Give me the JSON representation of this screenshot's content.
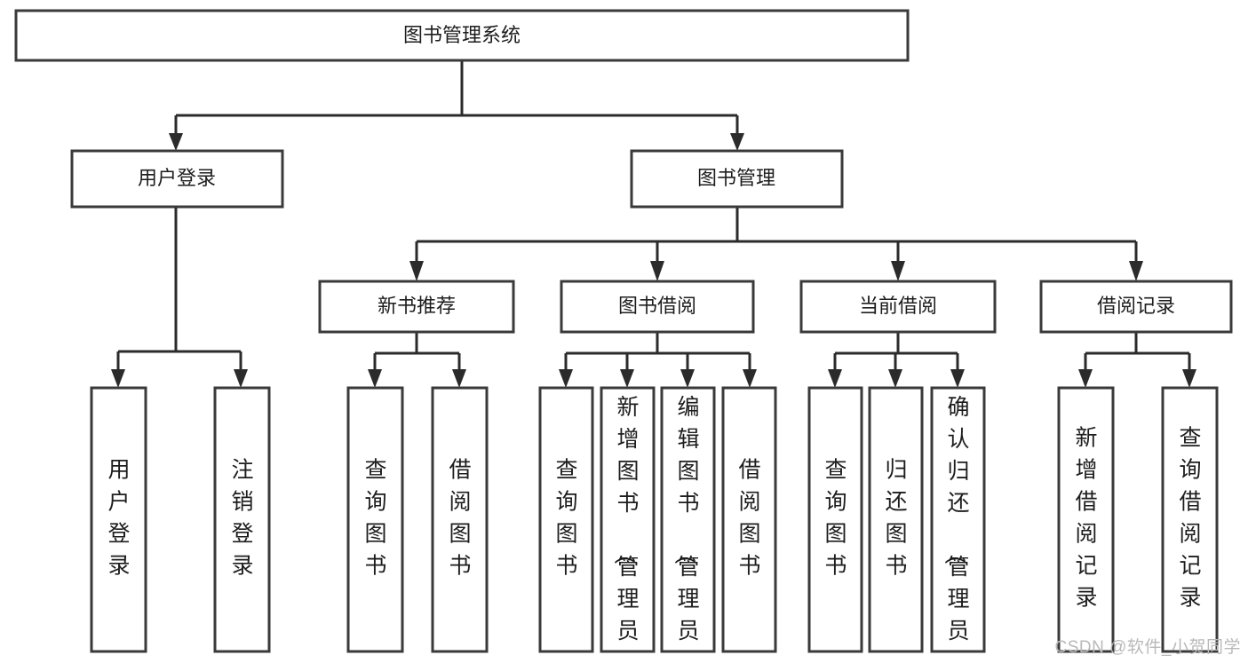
{
  "diagram": {
    "title": "图书管理系统",
    "orientation": "top-down",
    "levels": 4,
    "root": {
      "id": "root",
      "label": "图书管理系统",
      "orientation": "horizontal"
    },
    "level2": [
      {
        "id": "user-login",
        "label": "用户登录",
        "orientation": "horizontal"
      },
      {
        "id": "book-management",
        "label": "图书管理",
        "orientation": "horizontal"
      }
    ],
    "level3": [
      {
        "id": "new-book-recommend",
        "label": "新书推荐",
        "parent": "book-management",
        "orientation": "horizontal"
      },
      {
        "id": "book-borrow",
        "label": "图书借阅",
        "parent": "book-management",
        "orientation": "horizontal"
      },
      {
        "id": "current-borrow",
        "label": "当前借阅",
        "parent": "book-management",
        "orientation": "horizontal"
      },
      {
        "id": "borrow-record",
        "label": "借阅记录",
        "parent": "book-management",
        "orientation": "horizontal"
      }
    ],
    "leaves": [
      {
        "id": "leaf-user-login",
        "label": "用户登录",
        "parent": "user-login",
        "orientation": "vertical"
      },
      {
        "id": "leaf-logout",
        "label": "注销登录",
        "parent": "user-login",
        "orientation": "vertical"
      },
      {
        "id": "leaf-query-book-1",
        "label": "查询图书",
        "parent": "new-book-recommend",
        "orientation": "vertical"
      },
      {
        "id": "leaf-borrow-book-1",
        "label": "借阅图书",
        "parent": "new-book-recommend",
        "orientation": "vertical"
      },
      {
        "id": "leaf-query-book-2",
        "label": "查询图书",
        "parent": "book-borrow",
        "orientation": "vertical"
      },
      {
        "id": "leaf-add-book",
        "label": "新增图书（管理员）",
        "parent": "book-borrow",
        "orientation": "vertical"
      },
      {
        "id": "leaf-edit-book",
        "label": "编辑图书（管理员）",
        "parent": "book-borrow",
        "orientation": "vertical"
      },
      {
        "id": "leaf-borrow-book-2",
        "label": "借阅图书",
        "parent": "book-borrow",
        "orientation": "vertical"
      },
      {
        "id": "leaf-query-book-3",
        "label": "查询图书",
        "parent": "current-borrow",
        "orientation": "vertical"
      },
      {
        "id": "leaf-return-book",
        "label": "归还图书",
        "parent": "current-borrow",
        "orientation": "vertical"
      },
      {
        "id": "leaf-confirm-return",
        "label": "确认归还（管理员）",
        "parent": "current-borrow",
        "orientation": "vertical"
      },
      {
        "id": "leaf-add-record",
        "label": "新增借阅记录",
        "parent": "borrow-record",
        "orientation": "vertical"
      },
      {
        "id": "leaf-query-record",
        "label": "查询借阅记录",
        "parent": "borrow-record",
        "orientation": "vertical"
      }
    ]
  },
  "watermark": {
    "text": "CSDN @软件_小贺同学"
  },
  "colors": {
    "box_stroke": "#3a3a3a",
    "connector": "#2b2b2b",
    "text": "#1d1d1d",
    "background": "#ffffff",
    "watermark": "#b9b9b9"
  }
}
